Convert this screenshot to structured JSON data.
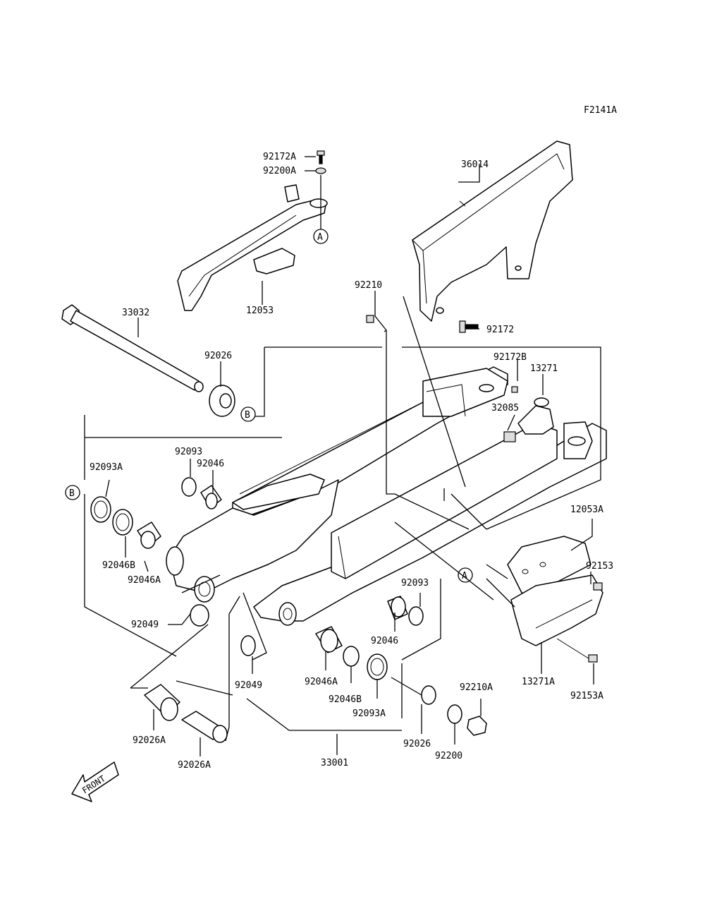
{
  "figure_code": "F2141A",
  "front_label": "FRONT",
  "callouts": {
    "A": "A",
    "B": "B"
  },
  "part_numbers": {
    "p92172A": "92172A",
    "p92200A": "92200A",
    "p36014": "36014",
    "p12053": "12053",
    "p33032": "33032",
    "p92210": "92210",
    "p92172": "92172",
    "p92026_top": "92026",
    "p92172B": "92172B",
    "p13271": "13271",
    "p32085": "32085",
    "p92093_top": "92093",
    "p92046_top": "92046",
    "p92093A_left": "92093A",
    "p92046B_left": "92046B",
    "p92046A_left": "92046A",
    "p12053A": "12053A",
    "p92153": "92153",
    "p92093_right": "92093",
    "p92046_right": "92046",
    "p92049_left": "92049",
    "p92049_mid": "92049",
    "p92046A_mid": "92046A",
    "p92046B_mid": "92046B",
    "p92093A_mid": "92093A",
    "p92210A": "92210A",
    "p13271A": "13271A",
    "p92153A": "92153A",
    "p92026A_1": "92026A",
    "p92026A_2": "92026A",
    "p33001": "33001",
    "p92026_bottom": "92026",
    "p92200": "92200"
  }
}
